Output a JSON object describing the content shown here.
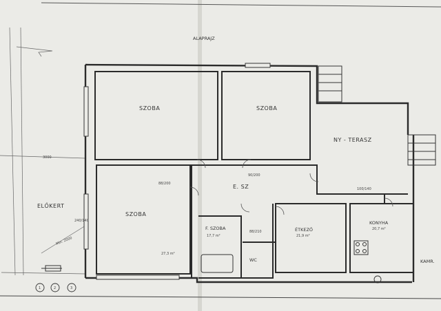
{
  "plan": {
    "title": "ALAPRAJZ",
    "rooms": {
      "szoba_top_left": "SZOBA",
      "szoba_top_right": "SZOBA",
      "szoba_bottom": "SZOBA",
      "eloszoba": "E. SZ",
      "ny_terasz": "NY - TERASZ",
      "elokert": "ELŐKERT",
      "f_szoba": "F. SZOBA",
      "wc": "WC",
      "etkezo": "ÉTKEZŐ",
      "konyha": "KONYHA",
      "kamra": "KAMR."
    },
    "notes": {
      "dim_3000": "3000",
      "min_2000": "Min. 2000",
      "f_szoba_area": "17,7 m²",
      "etkezo_area": "21,9 m²",
      "konyha_area": "20,7 m²",
      "szoba_bottom_area": "27,3 m²",
      "door_88_200": "88/200",
      "door_88_210": "88/210",
      "door_90_200": "90/200",
      "window_100_140": "100/140",
      "window_240_140": "240/140"
    },
    "markers": [
      "1",
      "2",
      "3"
    ]
  }
}
